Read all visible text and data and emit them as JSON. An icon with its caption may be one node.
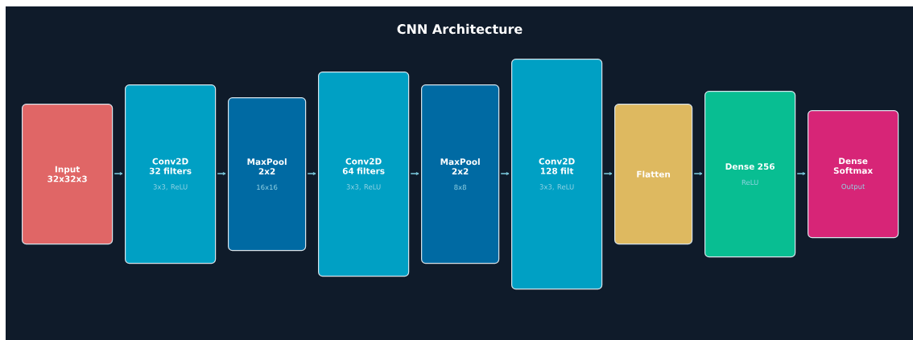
{
  "diagram": {
    "title": "CNN Architecture",
    "nodes": [
      {
        "text": [
          "Input 32x32x3"
        ]
      },
      {
        "text": [
          "Conv2D 32 filters",
          "3x3, ReLU"
        ]
      },
      {
        "text": [
          "MaxPool 2x2",
          "16x16"
        ]
      },
      {
        "text": [
          "Conv2D 64 filters",
          "3x3, ReLU"
        ]
      },
      {
        "text": [
          "MaxPool 2x2",
          "8x8"
        ]
      },
      {
        "text": [
          "Conv2D 128 filt",
          "3x3, ReLU"
        ]
      },
      {
        "text": [
          "Flatten"
        ]
      },
      {
        "text": [
          "Dense 256",
          "ReLU"
        ]
      },
      {
        "text": [
          "Dense Softmax",
          "Output"
        ]
      }
    ],
    "edges": [
      {
        "from": 0,
        "to": 1,
        "arrow": "to"
      },
      {
        "from": 1,
        "to": 2,
        "arrow": "to"
      },
      {
        "from": 2,
        "to": 3,
        "arrow": "to"
      },
      {
        "from": 3,
        "to": 4,
        "arrow": "to"
      },
      {
        "from": 4,
        "to": 5,
        "arrow": "to"
      },
      {
        "from": 5,
        "to": 6,
        "arrow": "to"
      },
      {
        "from": 6,
        "to": 7,
        "arrow": "to"
      },
      {
        "from": 7,
        "to": 8,
        "arrow": "to"
      }
    ]
  }
}
